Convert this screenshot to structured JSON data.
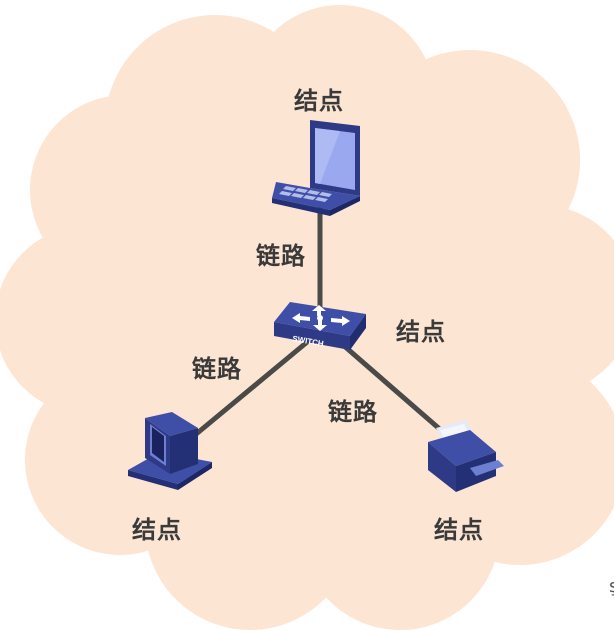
{
  "nodes": {
    "laptop_label": "结点",
    "switch_label": "结点",
    "desktop_label": "结点",
    "printer_label": "结点"
  },
  "links": {
    "laptop_switch_label": "链路",
    "switch_desktop_label": "链路",
    "switch_printer_label": "链路"
  },
  "switch_text": "SWITCH",
  "colors": {
    "cloud": "#fde5d3",
    "line": "#4a4a48",
    "device_dark": "#2f3a86",
    "device_mid": "#3f4fa8",
    "device_light": "#6d7fd0",
    "screen": "#9aa9ef"
  },
  "icons": [
    "laptop-icon",
    "switch-icon",
    "desktop-computer-icon",
    "printer-icon"
  ]
}
